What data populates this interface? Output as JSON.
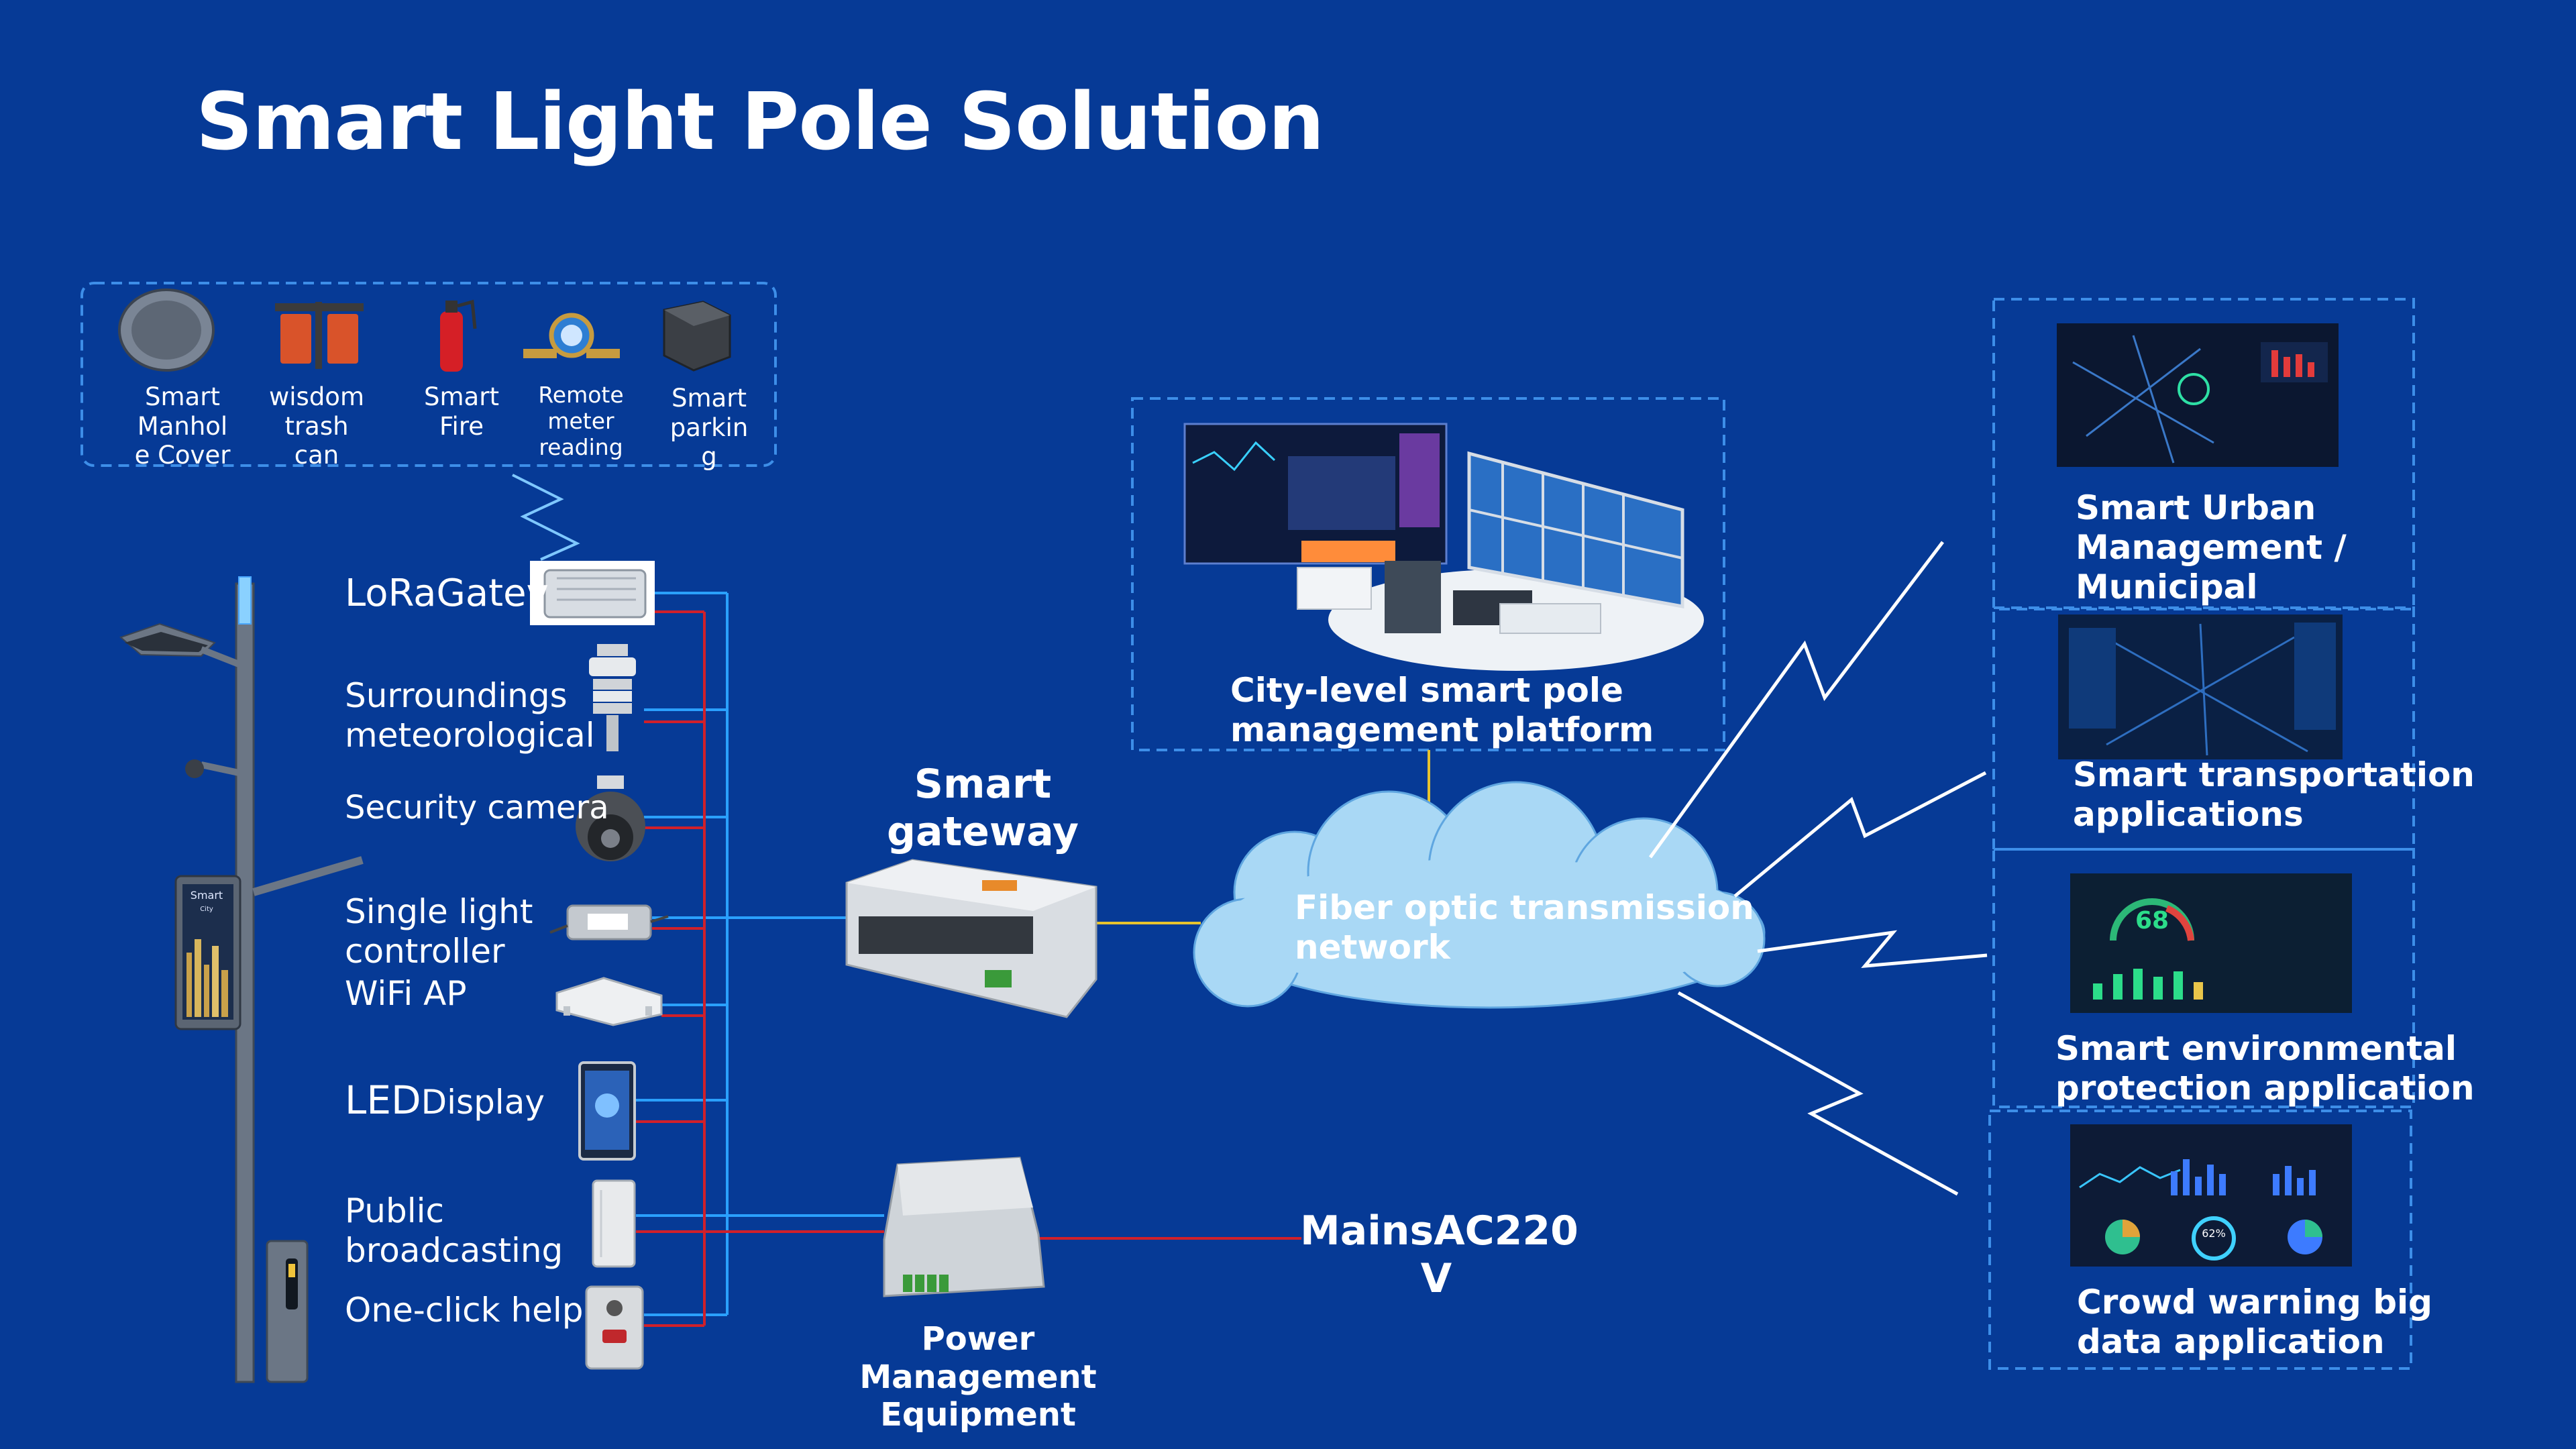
{
  "title": "Smart Light Pole Solution",
  "colors": {
    "background": "#063a96",
    "dashed_border": "#3d8ee8",
    "blue_line": "#2aa0ff",
    "red_line": "#d0202a",
    "yellow_line": "#e6c22e",
    "cloud": "#a9d8f5"
  },
  "sensors": [
    {
      "label": "Smart\nManhol\ne Cover",
      "icon": "manhole-cover-icon"
    },
    {
      "label": "wisdom\ntrash can",
      "icon": "trash-can-icon"
    },
    {
      "label": "Smart\nFire",
      "icon": "fire-extinguisher-icon"
    },
    {
      "label": "Remote\nmeter\nreading",
      "icon": "water-meter-icon"
    },
    {
      "label": "Smart\nparkin\ng",
      "icon": "parking-sensor-icon"
    }
  ],
  "pole_devices": {
    "lora": "LoRaGatev",
    "meteo": "Surroundings\nmeteorological",
    "camera": "Security camera",
    "single_light": "Single light\n controller",
    "wifi": "WiFi AP",
    "led_big": "LED",
    "led_small": "Display",
    "broadcast": "Public\nbroadcasting",
    "help": "One-click help"
  },
  "pole_screen": {
    "line1": "Smart",
    "line2": "City"
  },
  "gateway_label": "Smart\ngateway",
  "power_label": "Power\nManagement\nEquipment",
  "mains_label": "MainsAC220\nV",
  "platform_label": "City-level smart pole\nmanagement platform",
  "cloud_label": "Fiber optic transmission\n network",
  "gauge_value": "68",
  "pie_value": "62%",
  "applications": [
    {
      "label": "Smart Urban\nManagement /\nMunicipal\nApplications"
    },
    {
      "label": "Smart transportation\napplications"
    },
    {
      "label": "Smart environmental\nprotection application"
    },
    {
      "label": "Crowd warning big\n data application"
    }
  ]
}
